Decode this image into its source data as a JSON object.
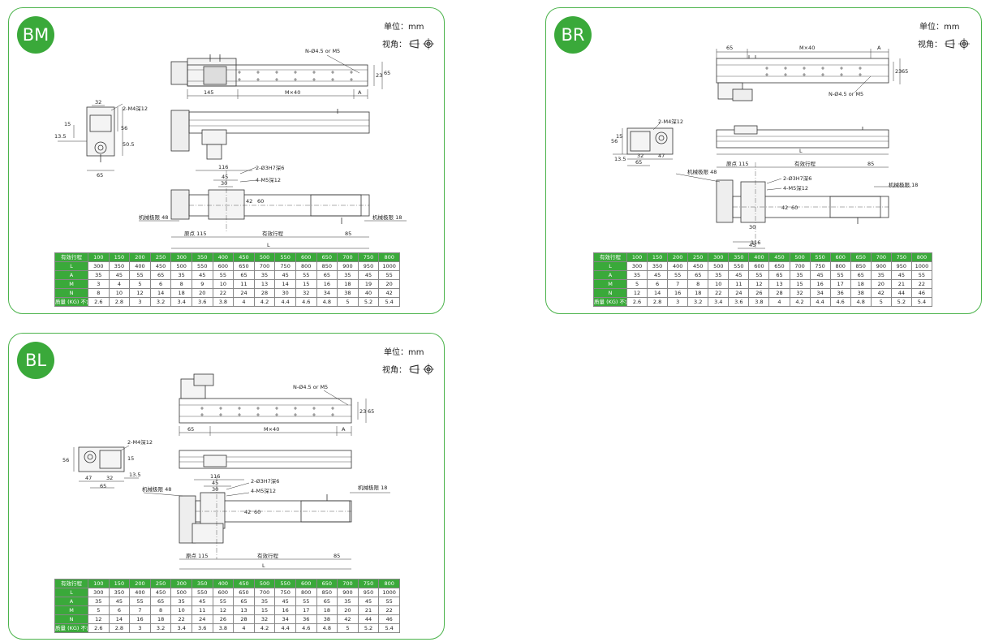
{
  "panels": [
    {
      "badge": "BM",
      "unit_label": "单位：mm",
      "view_label": "视角：",
      "drawing_labels": {
        "hole_note": "N-Ø4.5 or M5",
        "tap_side": "2-M4深12",
        "pin_holes": "2-Ø3H7深6",
        "tap_top": "4-M5深12",
        "mech_limit_left": "机械极限 48",
        "mech_limit_right": "机械极限 18",
        "origin": "原点 115",
        "stroke": "有效行程",
        "dim_L": "L",
        "dim_A": "A",
        "dim_Mx40": "M×40",
        "dim_85": "85",
        "dim_145": "145",
        "dim_116": "116",
        "dim_45": "45",
        "dim_30": "30",
        "dim_32": "32",
        "dim_15": "15",
        "dim_56": "56",
        "dim_50_5": "50.5",
        "dim_13_5": "13.5",
        "dim_65": "65",
        "dim_23": "23",
        "dim_42": "42",
        "dim_60": "60"
      }
    },
    {
      "badge": "BR",
      "unit_label": "单位：mm",
      "view_label": "视角：",
      "drawing_labels": {
        "hole_note": "N-Ø4.5 or M5",
        "tap_side": "2-M4深12",
        "pin_holes": "2-Ø3H7深6",
        "tap_top": "4-M5深12",
        "mech_limit_left": "机械极限 48",
        "mech_limit_right": "机械极限 18",
        "origin": "原点 115",
        "stroke": "有效行程",
        "dim_L": "L",
        "dim_A": "A",
        "dim_Mx40": "M×40",
        "dim_85": "85",
        "dim_65": "65",
        "dim_116": "116",
        "dim_45": "45",
        "dim_30": "30",
        "dim_32": "32",
        "dim_15": "15",
        "dim_56": "56",
        "dim_47": "47",
        "dim_13_5": "13.5",
        "dim_23": "23",
        "dim_42": "42",
        "dim_60": "60"
      }
    },
    {
      "badge": "BL",
      "unit_label": "单位：mm",
      "view_label": "视角：",
      "drawing_labels": {
        "hole_note": "N-Ø4.5 or M5",
        "tap_side": "2-M4深12",
        "pin_holes": "2-Ø3H7深6",
        "tap_top": "4-M5深12",
        "mech_limit_left": "机械极限 48",
        "mech_limit_right": "机械极限 18",
        "origin": "原点 115",
        "stroke": "有效行程",
        "dim_L": "L",
        "dim_A": "A",
        "dim_Mx40": "M×40",
        "dim_85": "85",
        "dim_65": "65",
        "dim_116": "116",
        "dim_45": "45",
        "dim_30": "30",
        "dim_32": "32",
        "dim_15": "15",
        "dim_56": "56",
        "dim_47": "47",
        "dim_13_5": "13.5",
        "dim_23": "23",
        "dim_42": "42",
        "dim_60": "60"
      }
    }
  ],
  "spec_table": {
    "header_label": "有效行程",
    "strokes": [
      "100",
      "150",
      "200",
      "250",
      "300",
      "350",
      "400",
      "450",
      "500",
      "550",
      "600",
      "650",
      "700",
      "750",
      "800"
    ],
    "rows": [
      {
        "label": "L",
        "values": [
          "300",
          "350",
          "400",
          "450",
          "500",
          "550",
          "600",
          "650",
          "700",
          "750",
          "800",
          "850",
          "900",
          "950",
          "1000"
        ]
      },
      {
        "label": "A",
        "values": [
          "35",
          "45",
          "55",
          "65",
          "35",
          "45",
          "55",
          "65",
          "35",
          "45",
          "55",
          "65",
          "35",
          "45",
          "55"
        ]
      },
      {
        "label": "M",
        "values": [
          "3",
          "4",
          "5",
          "6",
          "8",
          "9",
          "10",
          "11",
          "13",
          "14",
          "15",
          "16",
          "18",
          "19",
          "20"
        ]
      },
      {
        "label": "N",
        "values": [
          "8",
          "10",
          "12",
          "14",
          "18",
          "20",
          "22",
          "24",
          "28",
          "30",
          "32",
          "34",
          "38",
          "40",
          "42"
        ]
      },
      {
        "label": "质量 (KG) 不含电机",
        "values": [
          "2.6",
          "2.8",
          "3",
          "3.2",
          "3.4",
          "3.6",
          "3.8",
          "4",
          "4.2",
          "4.4",
          "4.6",
          "4.8",
          "5",
          "5.2",
          "5.4"
        ]
      }
    ]
  },
  "spec_table_br_bl": {
    "rows": [
      {
        "label": "L",
        "values": [
          "300",
          "350",
          "400",
          "450",
          "500",
          "550",
          "600",
          "650",
          "700",
          "750",
          "800",
          "850",
          "900",
          "950",
          "1000"
        ]
      },
      {
        "label": "A",
        "values": [
          "35",
          "45",
          "55",
          "65",
          "35",
          "45",
          "55",
          "65",
          "35",
          "45",
          "55",
          "65",
          "35",
          "45",
          "55"
        ]
      },
      {
        "label": "M",
        "values": [
          "5",
          "6",
          "7",
          "8",
          "10",
          "11",
          "12",
          "13",
          "15",
          "16",
          "17",
          "18",
          "20",
          "21",
          "22"
        ]
      },
      {
        "label": "N",
        "values": [
          "12",
          "14",
          "16",
          "18",
          "22",
          "24",
          "26",
          "28",
          "32",
          "34",
          "36",
          "38",
          "42",
          "44",
          "46"
        ]
      },
      {
        "label": "质量 (KG) 不含电机",
        "values": [
          "2.6",
          "2.8",
          "3",
          "3.2",
          "3.4",
          "3.6",
          "3.8",
          "4",
          "4.2",
          "4.4",
          "4.6",
          "4.8",
          "5",
          "5.2",
          "5.4"
        ]
      }
    ]
  }
}
